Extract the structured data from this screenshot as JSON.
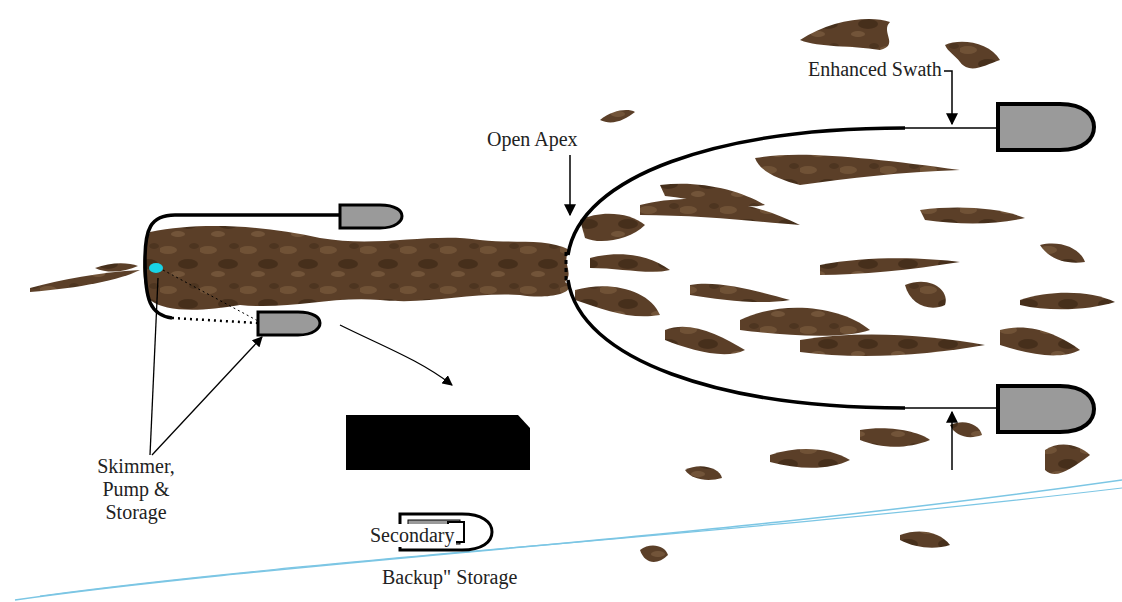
{
  "diagram": {
    "labels": [
      "Enhanced Swath",
      "Open Apex",
      "Skimmer, Pump & Storage",
      "Secondary",
      "Backup\" Storage"
    ]
  }
}
